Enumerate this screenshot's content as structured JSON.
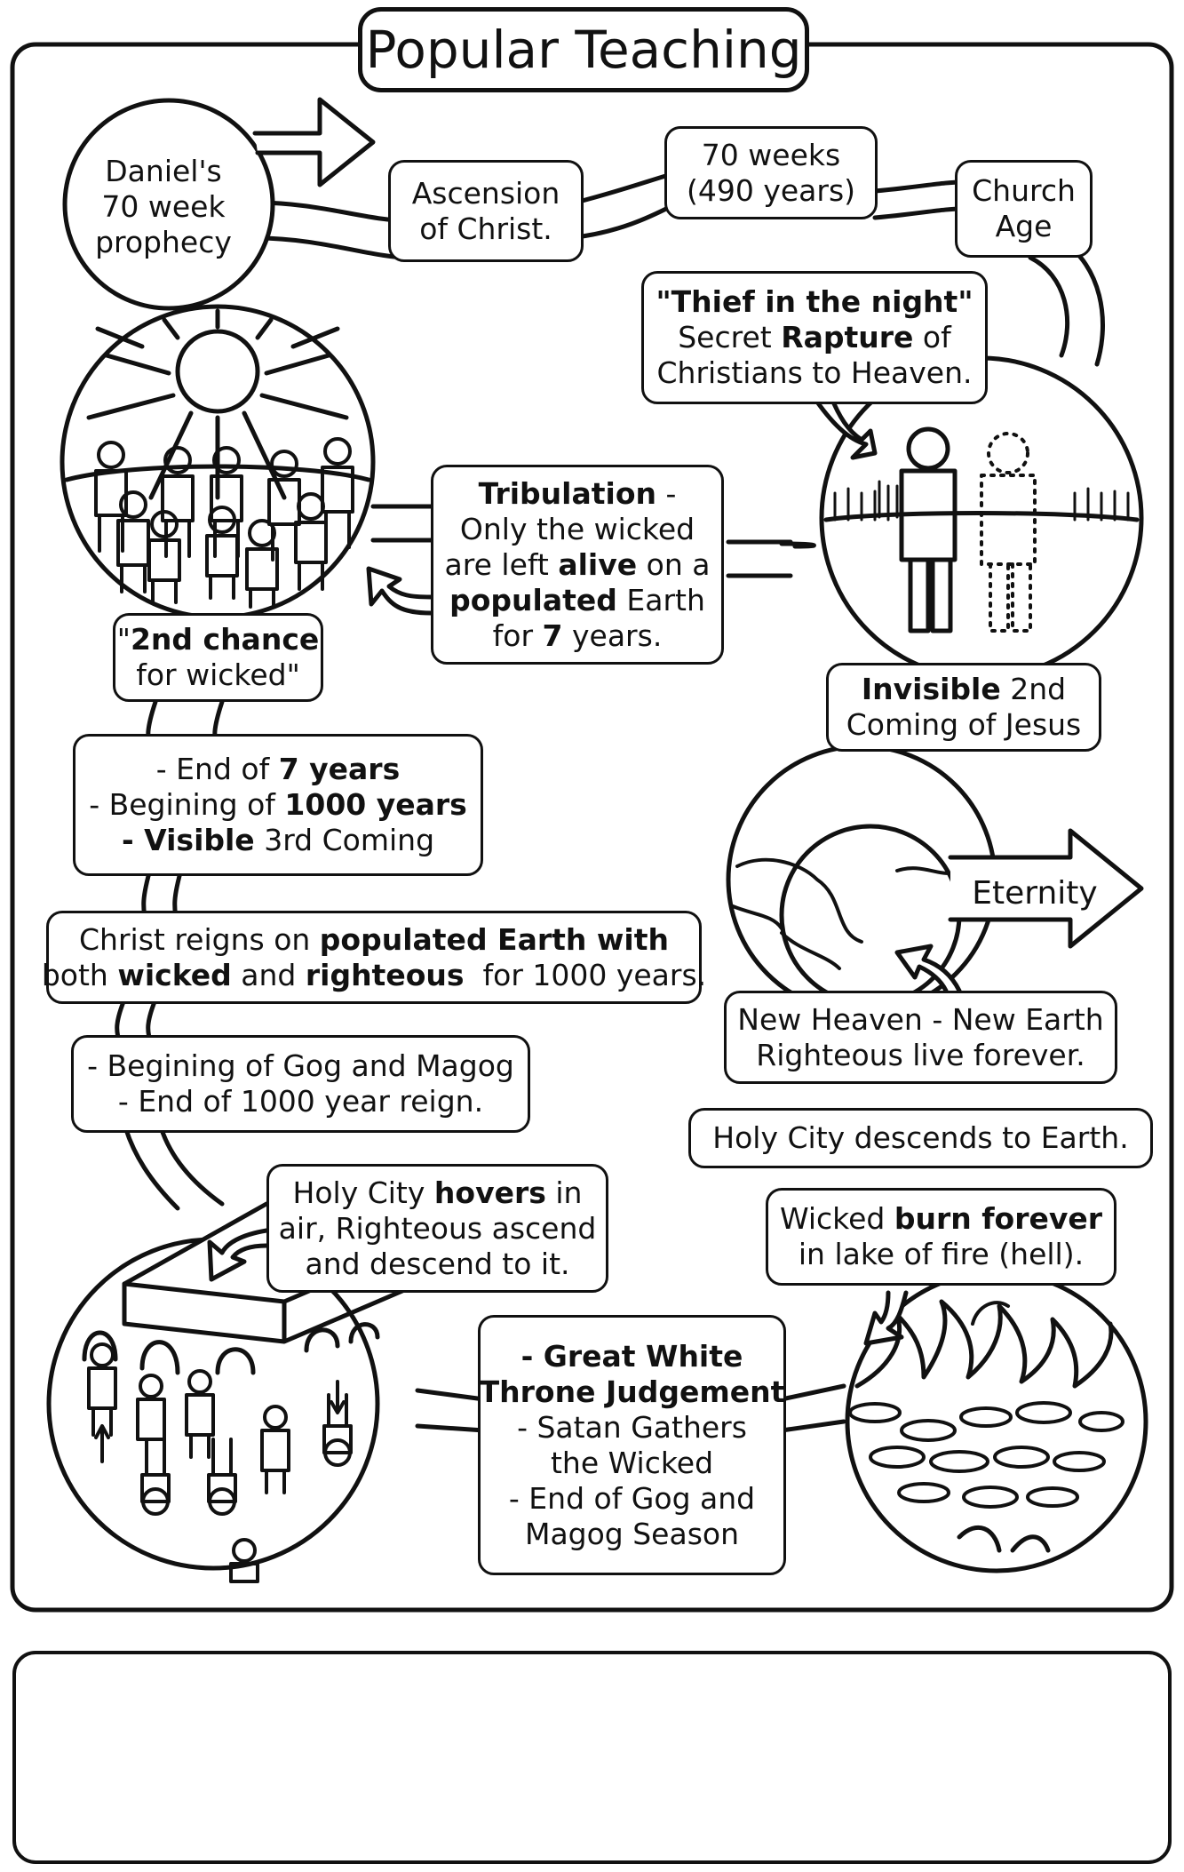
{
  "title": "Popular Teaching",
  "start": [
    "Daniel's",
    "70 week",
    "prophecy"
  ],
  "ascension": [
    "Ascension",
    "of Christ."
  ],
  "weeks": [
    "70 weeks",
    "(490 years)"
  ],
  "church_age": [
    "Church",
    "Age"
  ],
  "rapture": [
    [
      {
        "t": "\"Thief in the night\"",
        "b": true
      }
    ],
    [
      {
        "t": "Secret "
      },
      {
        "t": "Rapture",
        "b": true
      },
      {
        "t": " of"
      }
    ],
    [
      {
        "t": "Christians to Heaven."
      }
    ]
  ],
  "tribulation": [
    [
      {
        "t": "Tribulation",
        "b": true
      },
      {
        "t": " -"
      }
    ],
    [
      {
        "t": "Only the wicked"
      }
    ],
    [
      {
        "t": "are left "
      },
      {
        "t": "alive",
        "b": true
      },
      {
        "t": " on a"
      }
    ],
    [
      {
        "t": "populated",
        "b": true
      },
      {
        "t": " Earth"
      }
    ],
    [
      {
        "t": "for "
      },
      {
        "t": "7",
        "b": true
      },
      {
        "t": " years."
      }
    ]
  ],
  "second_chance": [
    [
      {
        "t": "\""
      },
      {
        "t": "2nd chance",
        "b": true
      }
    ],
    [
      {
        "t": "for wicked\""
      }
    ]
  ],
  "invisible": [
    [
      {
        "t": "Invisible",
        "b": true
      },
      {
        "t": " 2nd"
      }
    ],
    [
      {
        "t": "Coming of Jesus"
      }
    ]
  ],
  "seven_years": [
    [
      {
        "t": "- End of "
      },
      {
        "t": "7 years",
        "b": true
      }
    ],
    [
      {
        "t": "- Begining of "
      },
      {
        "t": "1000 years",
        "b": true
      }
    ],
    [
      {
        "t": "- Visible",
        "b": true
      },
      {
        "t": " 3rd Coming"
      }
    ]
  ],
  "eternity": "Eternity",
  "christ_reigns": [
    [
      {
        "t": "Christ reigns on "
      },
      {
        "t": "populated Earth with",
        "b": true
      }
    ],
    [
      {
        "t": "both "
      },
      {
        "t": "wicked",
        "b": true
      },
      {
        "t": " and "
      },
      {
        "t": "righteous",
        "b": true
      },
      {
        "t": "  for 1000 years."
      }
    ]
  ],
  "new_heaven": [
    "New Heaven - New Earth",
    "Righteous live forever."
  ],
  "gog_magog": [
    "- Begining of Gog and Magog",
    "- End of 1000 year reign."
  ],
  "holy_city_descends": "Holy City descends to Earth.",
  "holy_city_hovers": [
    [
      {
        "t": "Holy City "
      },
      {
        "t": "hovers",
        "b": true
      },
      {
        "t": " in"
      }
    ],
    [
      {
        "t": "air, Righteous ascend"
      }
    ],
    [
      {
        "t": "and descend to it."
      }
    ]
  ],
  "wicked_burn": [
    [
      {
        "t": "Wicked "
      },
      {
        "t": "burn forever",
        "b": true
      }
    ],
    [
      {
        "t": "in lake of fire (hell)."
      }
    ]
  ],
  "judgement": [
    [
      {
        "t": "- Great White",
        "b": true
      }
    ],
    [
      {
        "t": "Throne Judgement",
        "b": true
      }
    ],
    [
      {
        "t": "- Satan Gathers"
      }
    ],
    [
      {
        "t": "the Wicked"
      }
    ],
    [
      {
        "t": "- End of Gog and"
      }
    ],
    [
      {
        "t": "Magog Season"
      }
    ]
  ]
}
